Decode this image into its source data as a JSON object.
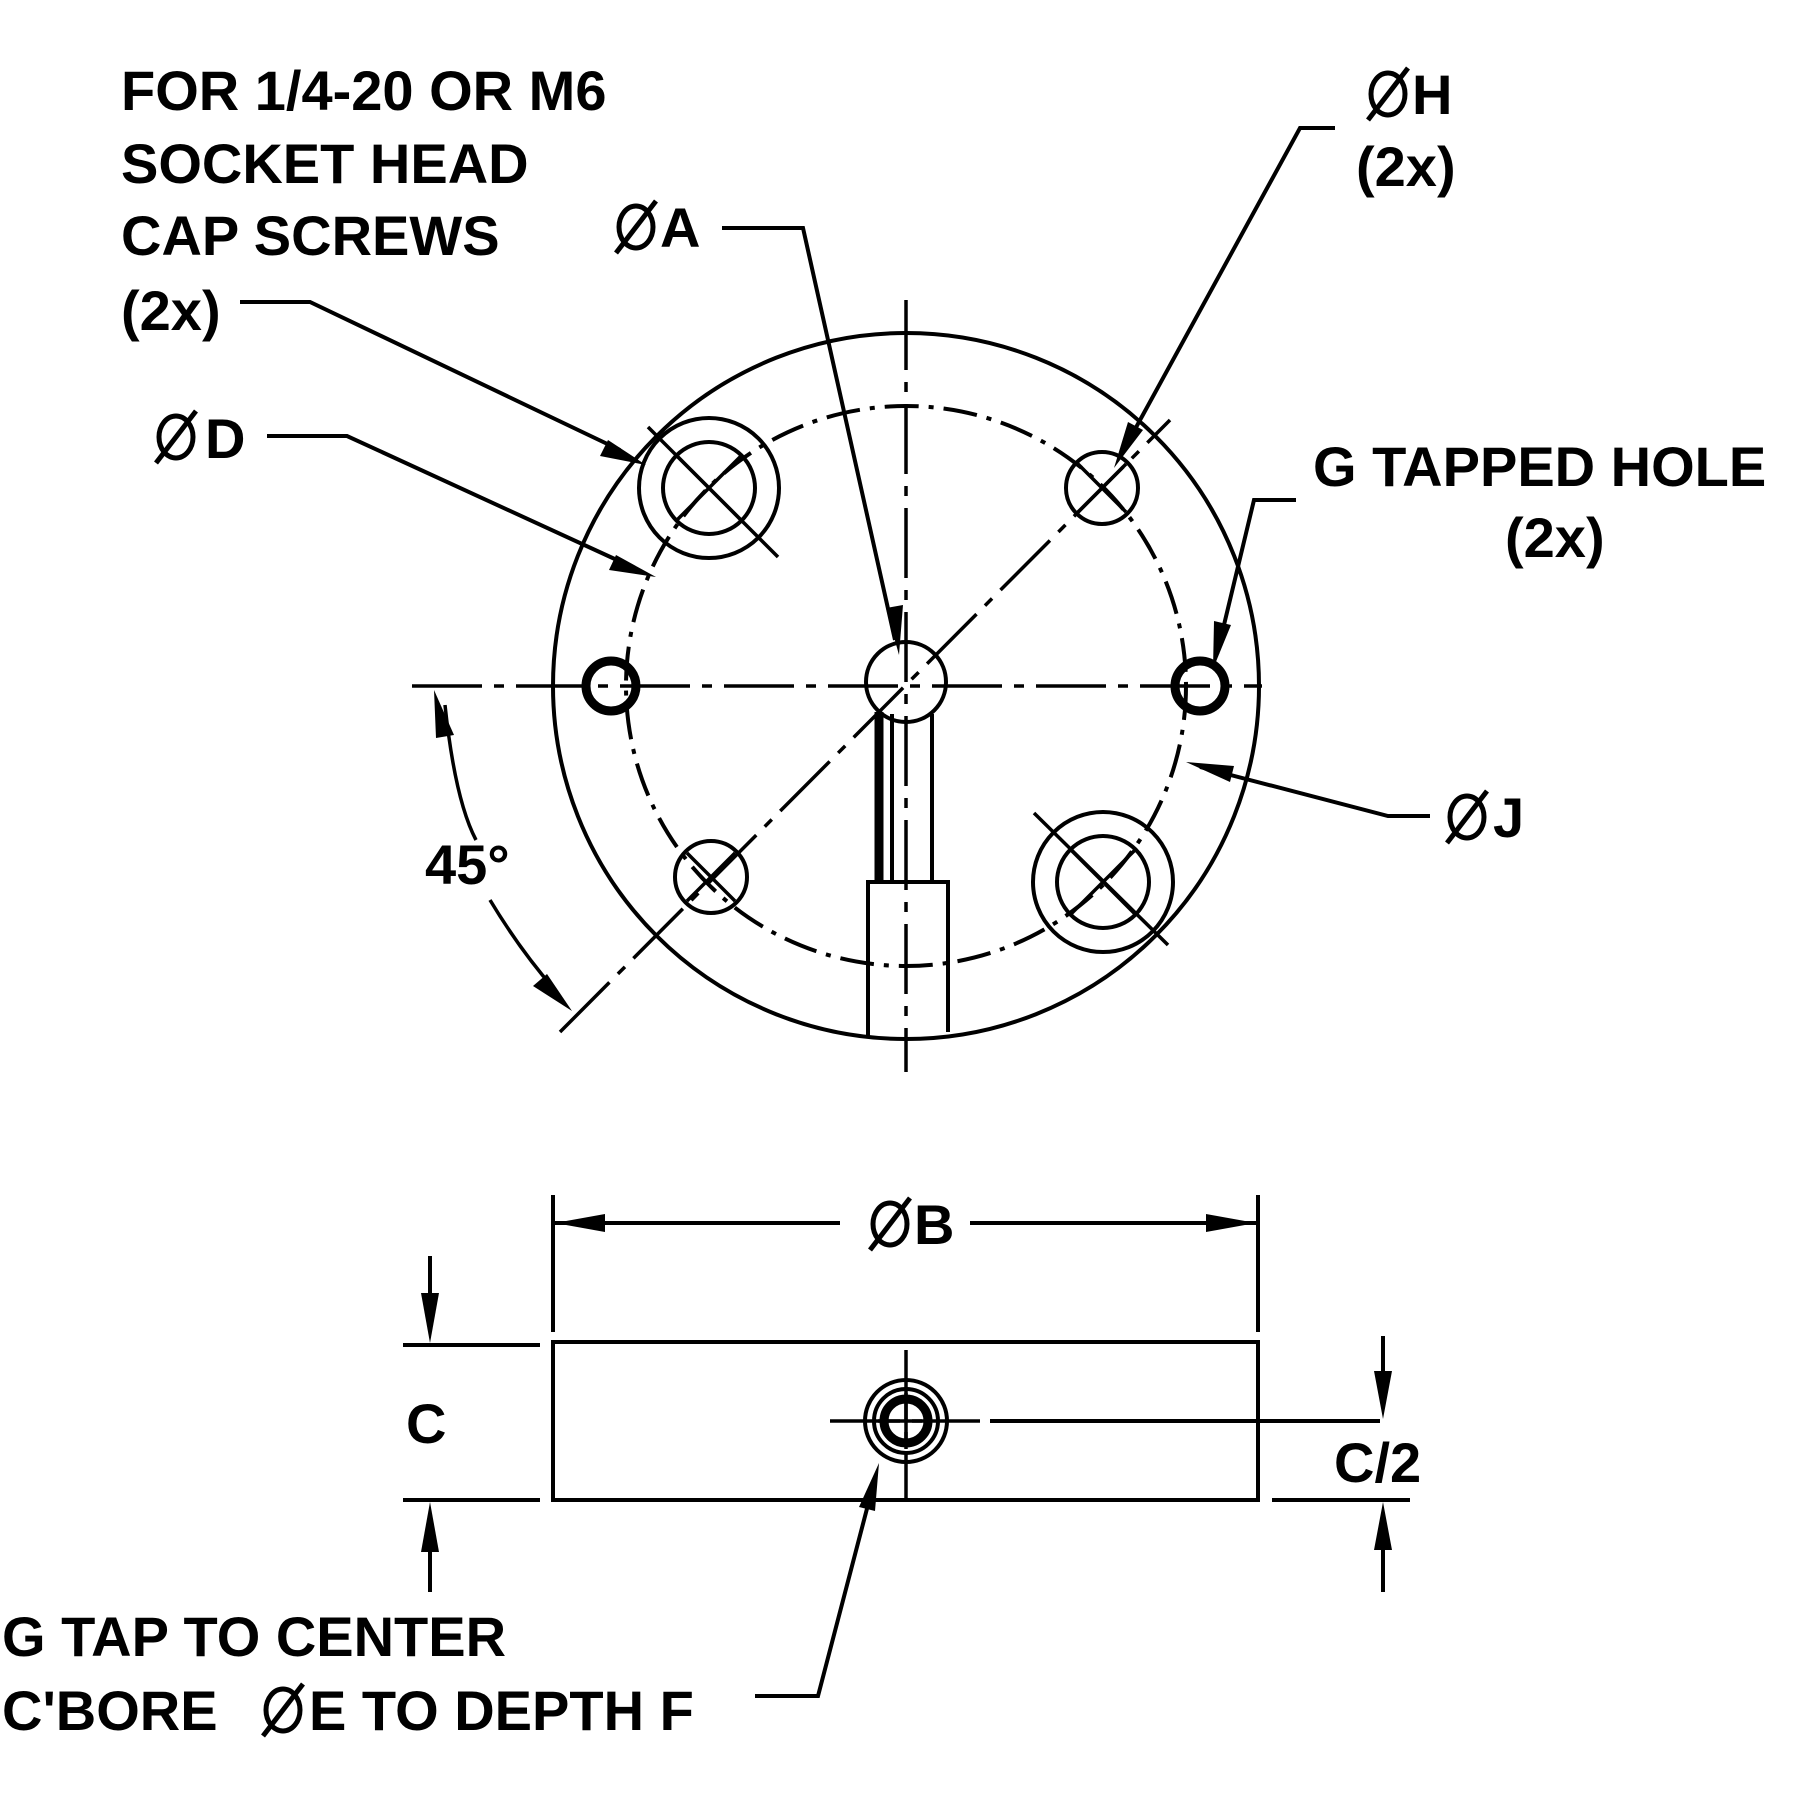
{
  "labels": {
    "screws_line1": "FOR 1/4-20 OR M6",
    "screws_line2": "SOCKET HEAD",
    "screws_line3": "CAP SCREWS",
    "screws_line4": "(2x)",
    "dia_a": "A",
    "dia_h": "H",
    "dia_h_count": "(2x)",
    "dia_d": "D",
    "tapped_hole_line1": "G TAPPED HOLE",
    "tapped_hole_line2": "(2x)",
    "dia_j": "J",
    "angle": "45°",
    "dia_b": "B",
    "height_c": "C",
    "half_height": "C/2",
    "tap_line1": "G TAP TO CENTER",
    "tap_line2_prefix": "C'BORE",
    "tap_line2_suffix": "E TO DEPTH F"
  },
  "symbols": {
    "diameter": "diameter-symbol"
  }
}
